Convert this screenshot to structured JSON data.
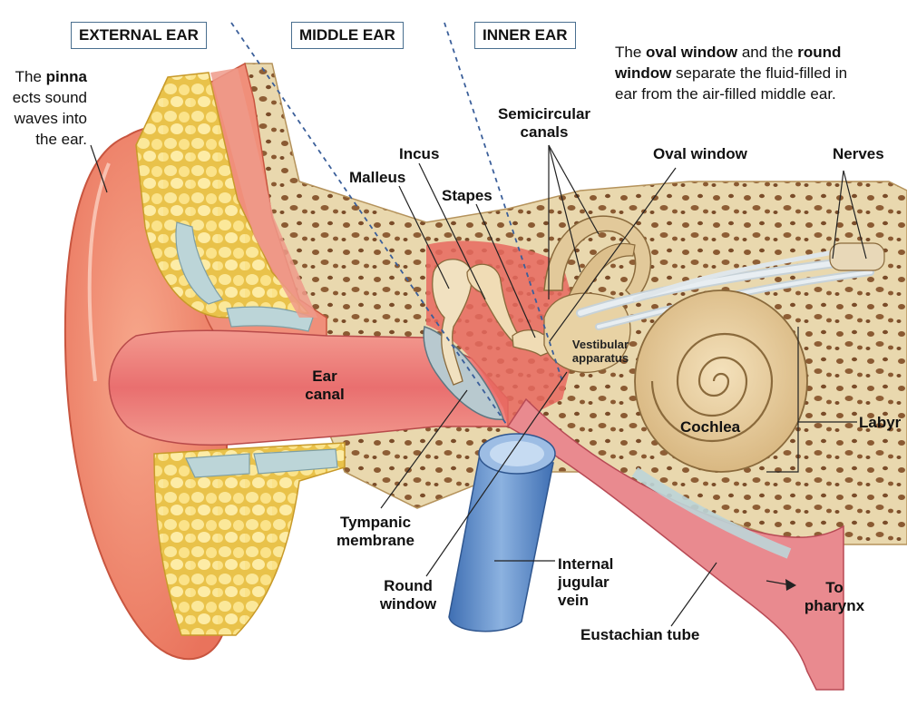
{
  "regions": {
    "external": "EXTERNAL EAR",
    "middle": "MIDDLE EAR",
    "inner": "INNER EAR"
  },
  "note": {
    "line1_a": "The ",
    "line1_b": "oval window",
    "line1_c": " and the ",
    "line1_d": "round",
    "line2_a": "window",
    "line2_b": " separate the fluid-filled in",
    "line3": "ear from the air-filled middle ear."
  },
  "pinna_note": {
    "line1_a": "The ",
    "line1_b": "pinna",
    "line2": "ects sound",
    "line3": "waves into",
    "line4": "the ear."
  },
  "labels": {
    "incus": "Incus",
    "malleus": "Malleus",
    "stapes": "Stapes",
    "semicircular_1": "Semicircular",
    "semicircular_2": "canals",
    "oval_window": "Oval window",
    "nerves": "Nerves",
    "vestibular_1": "Vestibular",
    "vestibular_2": "apparatus",
    "ear_canal_1": "Ear",
    "ear_canal_2": "canal",
    "cochlea": "Cochlea",
    "labyrinth": "Labyr",
    "tympanic_1": "Tympanic",
    "tympanic_2": "membrane",
    "round_1": "Round",
    "round_2": "window",
    "jugular_1": "Internal",
    "jugular_2": "jugular",
    "jugular_3": "vein",
    "pharynx_1": "To",
    "pharynx_2": "pharynx",
    "eustachian": "Eustachian tube"
  },
  "colors": {
    "skin": "#f28a6e",
    "canal": "#e86a6a",
    "fat": "#f4dc6c",
    "cartilage": "#b8d2d6",
    "bone": "#e6d3a8",
    "cochlea": "#ecd3a6",
    "vein": "#5e8ec9",
    "tube": "#e77f86",
    "dashed": "#3b5f9a"
  }
}
